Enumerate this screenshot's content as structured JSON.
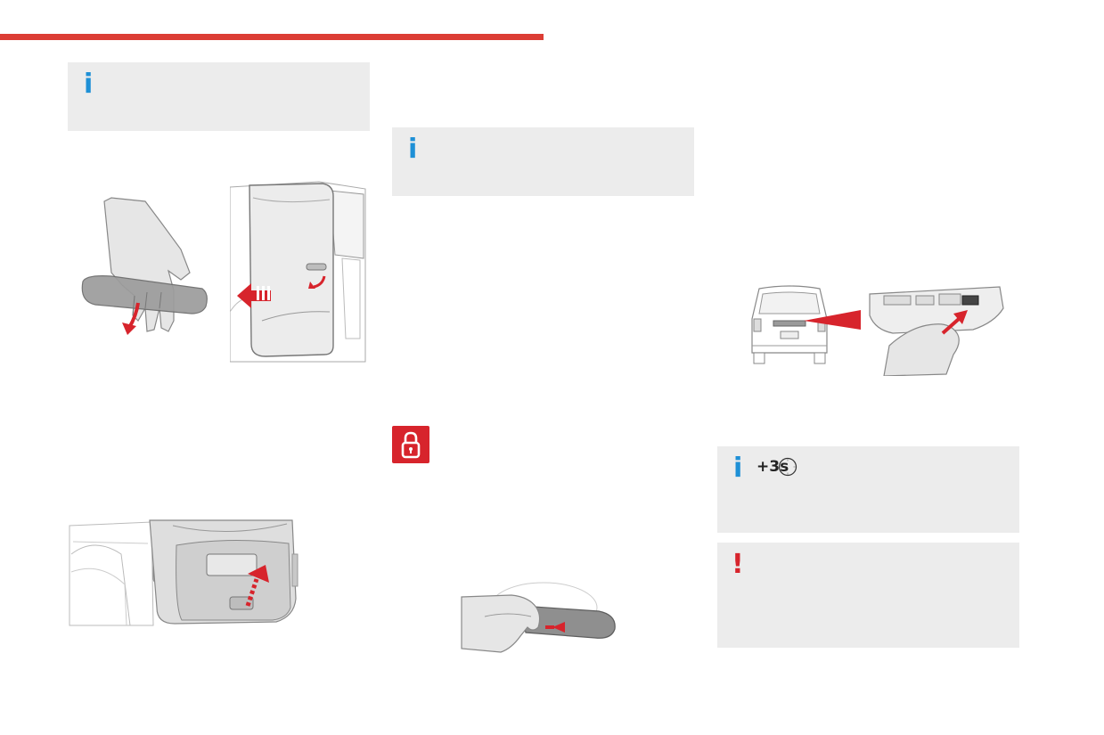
{
  "colors": {
    "accent": "#dc3d35",
    "info": "#1e90d6",
    "warning": "#d7242c",
    "note_bg": "#ececec"
  },
  "notes": [
    {
      "icon": "info-icon"
    },
    {
      "icon": "info-icon"
    },
    {
      "icon": "info-icon",
      "badge": "+3s",
      "badge_icon": "timer-clock-icon"
    },
    {
      "icon": "warning-icon"
    }
  ],
  "lock_symbol": {
    "icon": "lock-icon"
  },
  "illustrations": [
    "hand-pulling-door-handle",
    "sliding-side-door",
    "rear-doors-handle",
    "hand-on-front-door-handle",
    "van-rear-view",
    "tailgate-button-closeup"
  ]
}
